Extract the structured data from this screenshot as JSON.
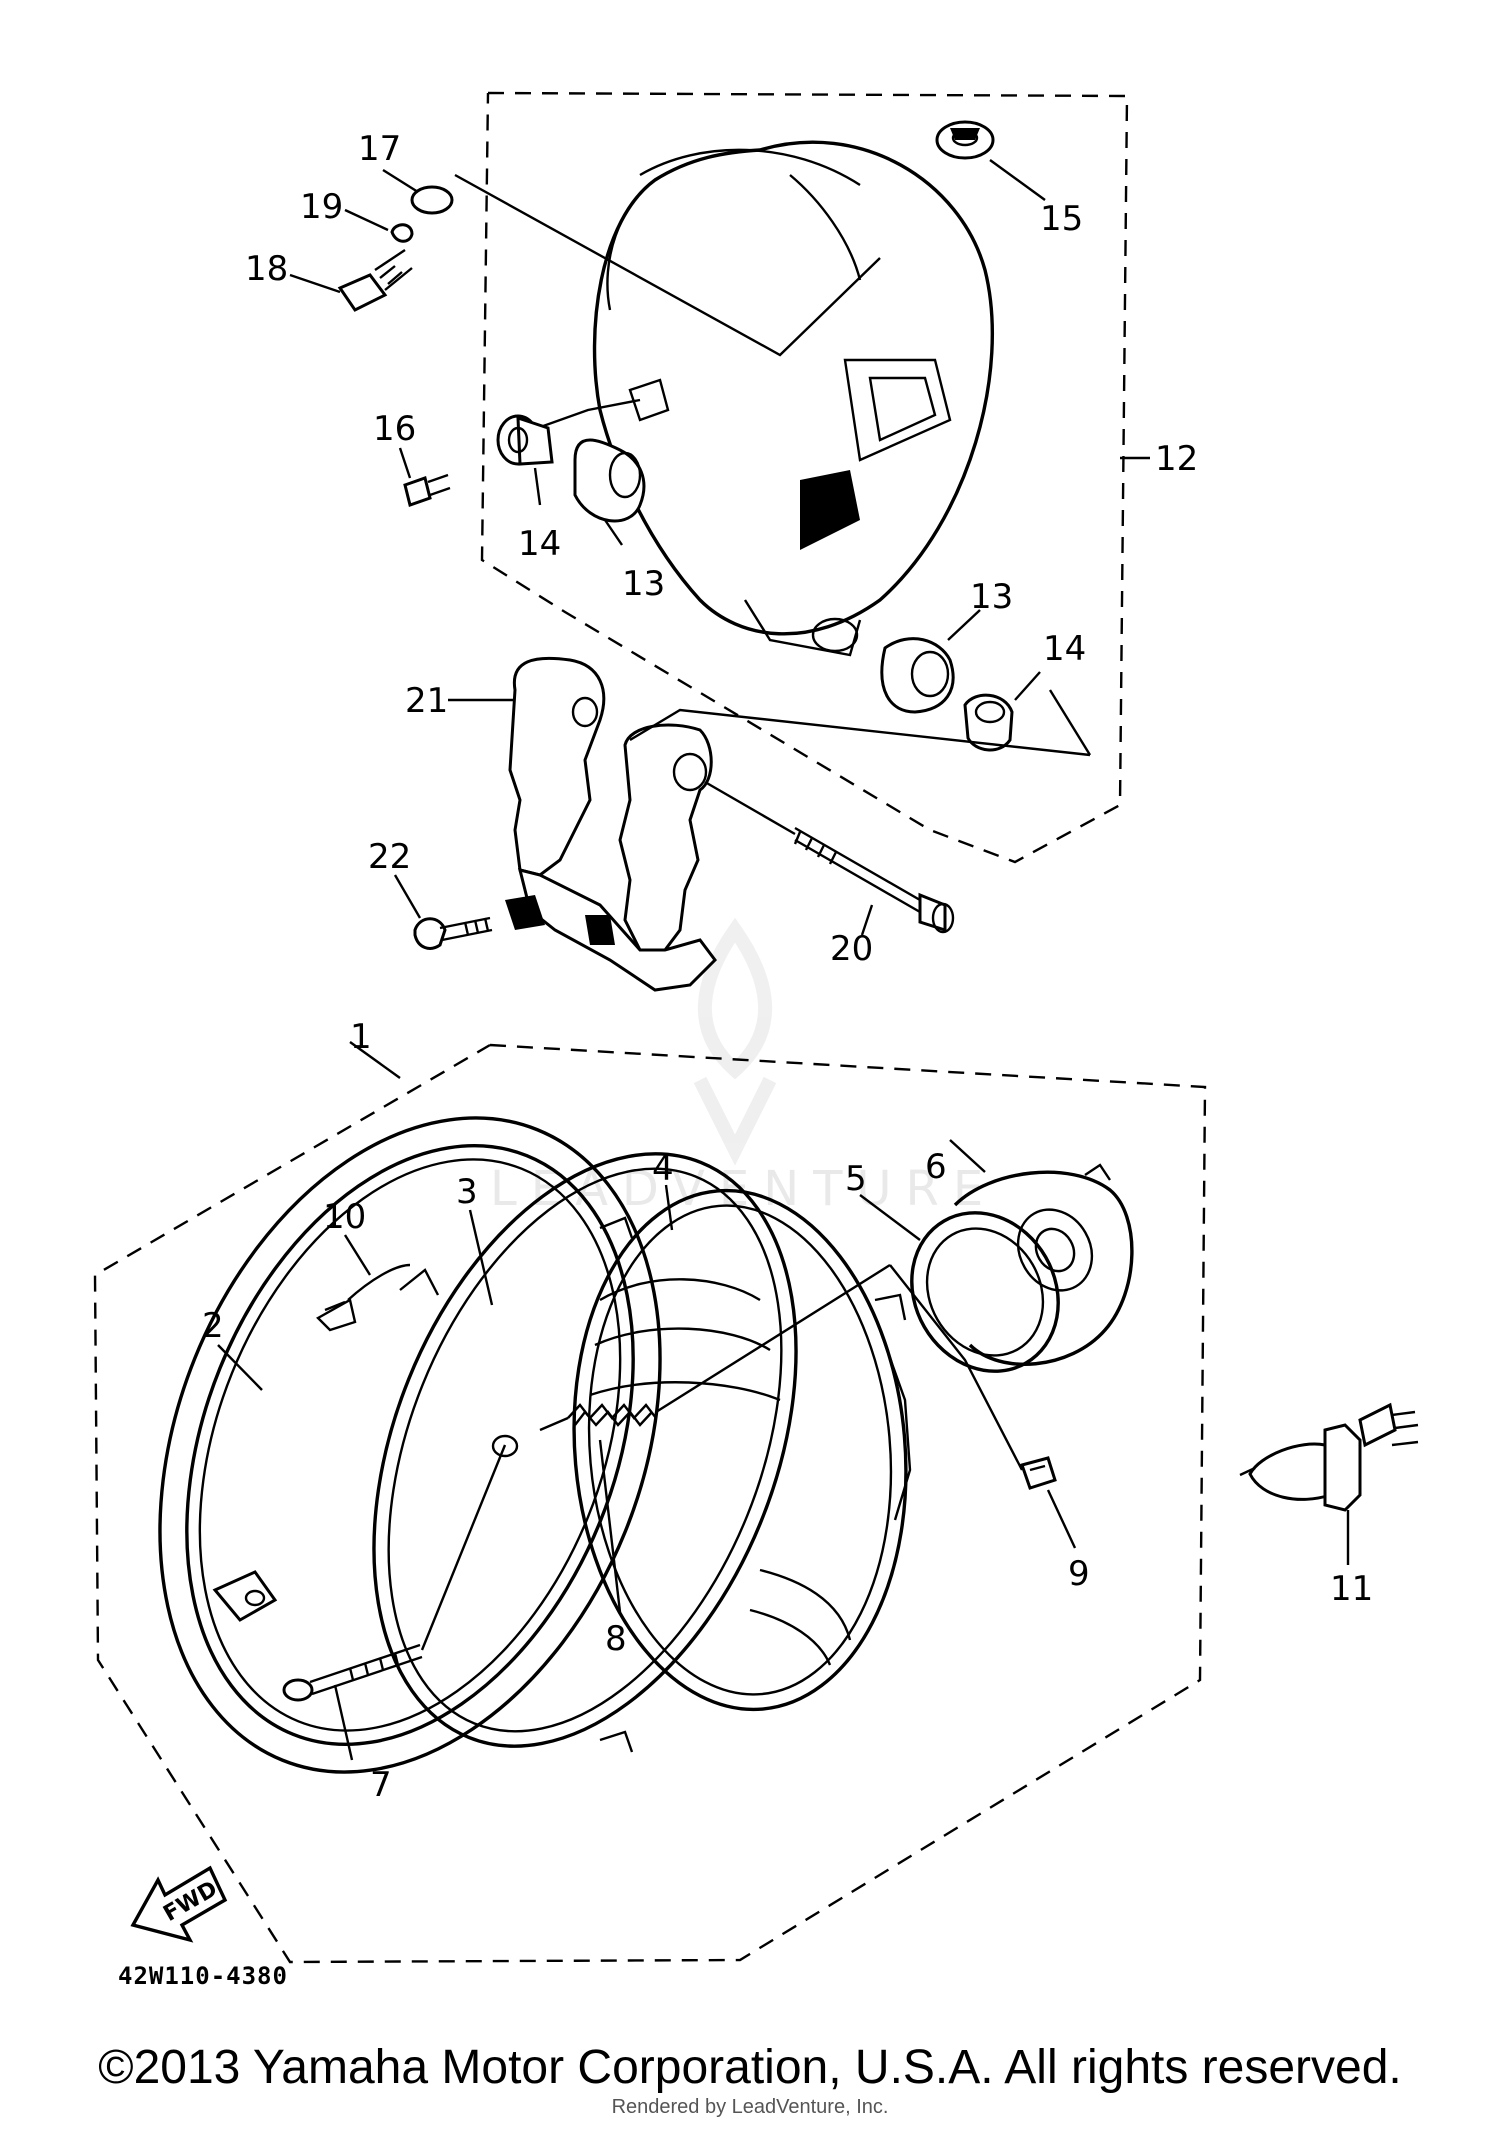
{
  "diagram": {
    "figure_code": "42W110-4380",
    "copyright": "©2013 Yamaha Motor Corporation, U.S.A. All rights reserved.",
    "rendered_by": "Rendered by LeadVenture, Inc.",
    "watermark": "LEADVENTURE",
    "fwd_label": "FWD",
    "callouts": {
      "c1": "1",
      "c2": "2",
      "c3": "3",
      "c4": "4",
      "c5": "5",
      "c6": "6",
      "c7": "7",
      "c8": "8",
      "c9": "9",
      "c10": "10",
      "c11": "11",
      "c12": "12",
      "c13a": "13",
      "c13b": "13",
      "c14a": "14",
      "c14b": "14",
      "c15": "15",
      "c16": "16",
      "c17": "17",
      "c18": "18",
      "c19": "19",
      "c20": "20",
      "c21": "21",
      "c22": "22"
    },
    "icons": [
      "watermark-flame-logo-icon",
      "fwd-arrow-icon"
    ]
  }
}
